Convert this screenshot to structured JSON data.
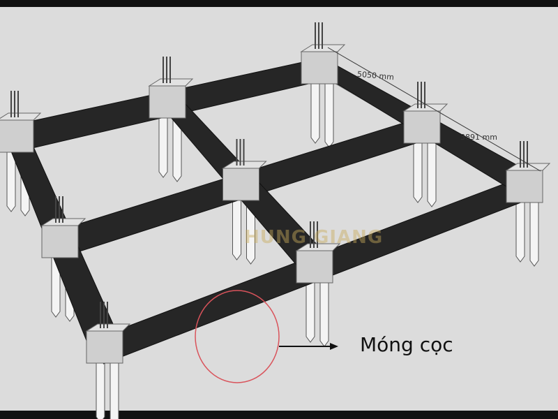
{
  "dimensions": {
    "length": "5050 mm",
    "width": "3891 mm"
  },
  "callout": {
    "label": "Móng cọc",
    "circle_color": "#d9535b",
    "arrow_color": "#111111"
  },
  "watermark": {
    "text": "HUNG GIANG"
  },
  "colors": {
    "background": "#dcdcdc",
    "beam": "#262626",
    "cap": "#cfcfcf",
    "pile": "#f4f4f4"
  }
}
